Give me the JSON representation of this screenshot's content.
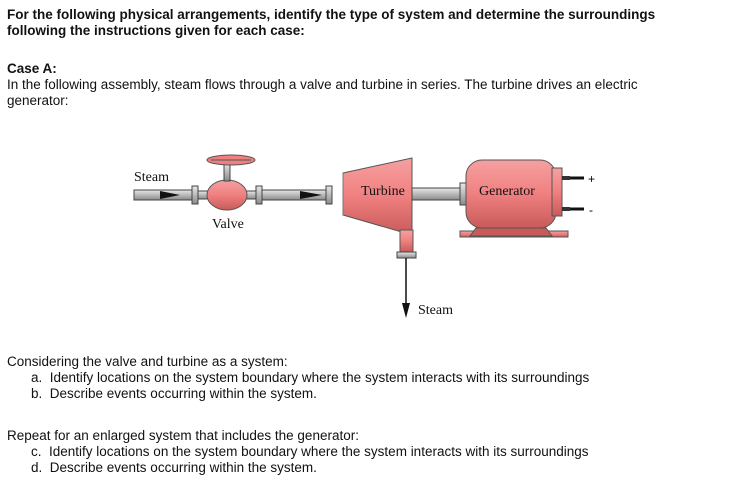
{
  "intro": {
    "line1": "For the following physical arrangements, identify the type of system and determine the surroundings",
    "line2": "following the instructions given for each case:"
  },
  "case_a": {
    "title": "Case A:",
    "desc_line1": "In the following assembly, steam flows through a valve and turbine in series. The turbine drives an electric",
    "desc_line2": "generator:"
  },
  "diagram": {
    "steam_in_label": "Steam",
    "valve_label": "Valve",
    "turbine_label": "Turbine",
    "generator_label": "Generator",
    "steam_out_label": "Steam",
    "plus_sign": "+",
    "minus_sign": "-",
    "colors": {
      "body": "#f08080",
      "body_dark": "#c85a5a",
      "metal": "#b9b9b9",
      "outline": "#333333"
    }
  },
  "question1": {
    "intro": "Considering the valve and turbine as a system:",
    "a": "a.  Identify locations on the system boundary where the system interacts with its surroundings",
    "b": "b.  Describe events occurring within the system."
  },
  "question2": {
    "intro": "Repeat for an enlarged system that includes the generator:",
    "c": "c.  Identify locations on the system boundary where the system interacts with its surroundings",
    "d": "d.  Describe events occurring within the system."
  }
}
